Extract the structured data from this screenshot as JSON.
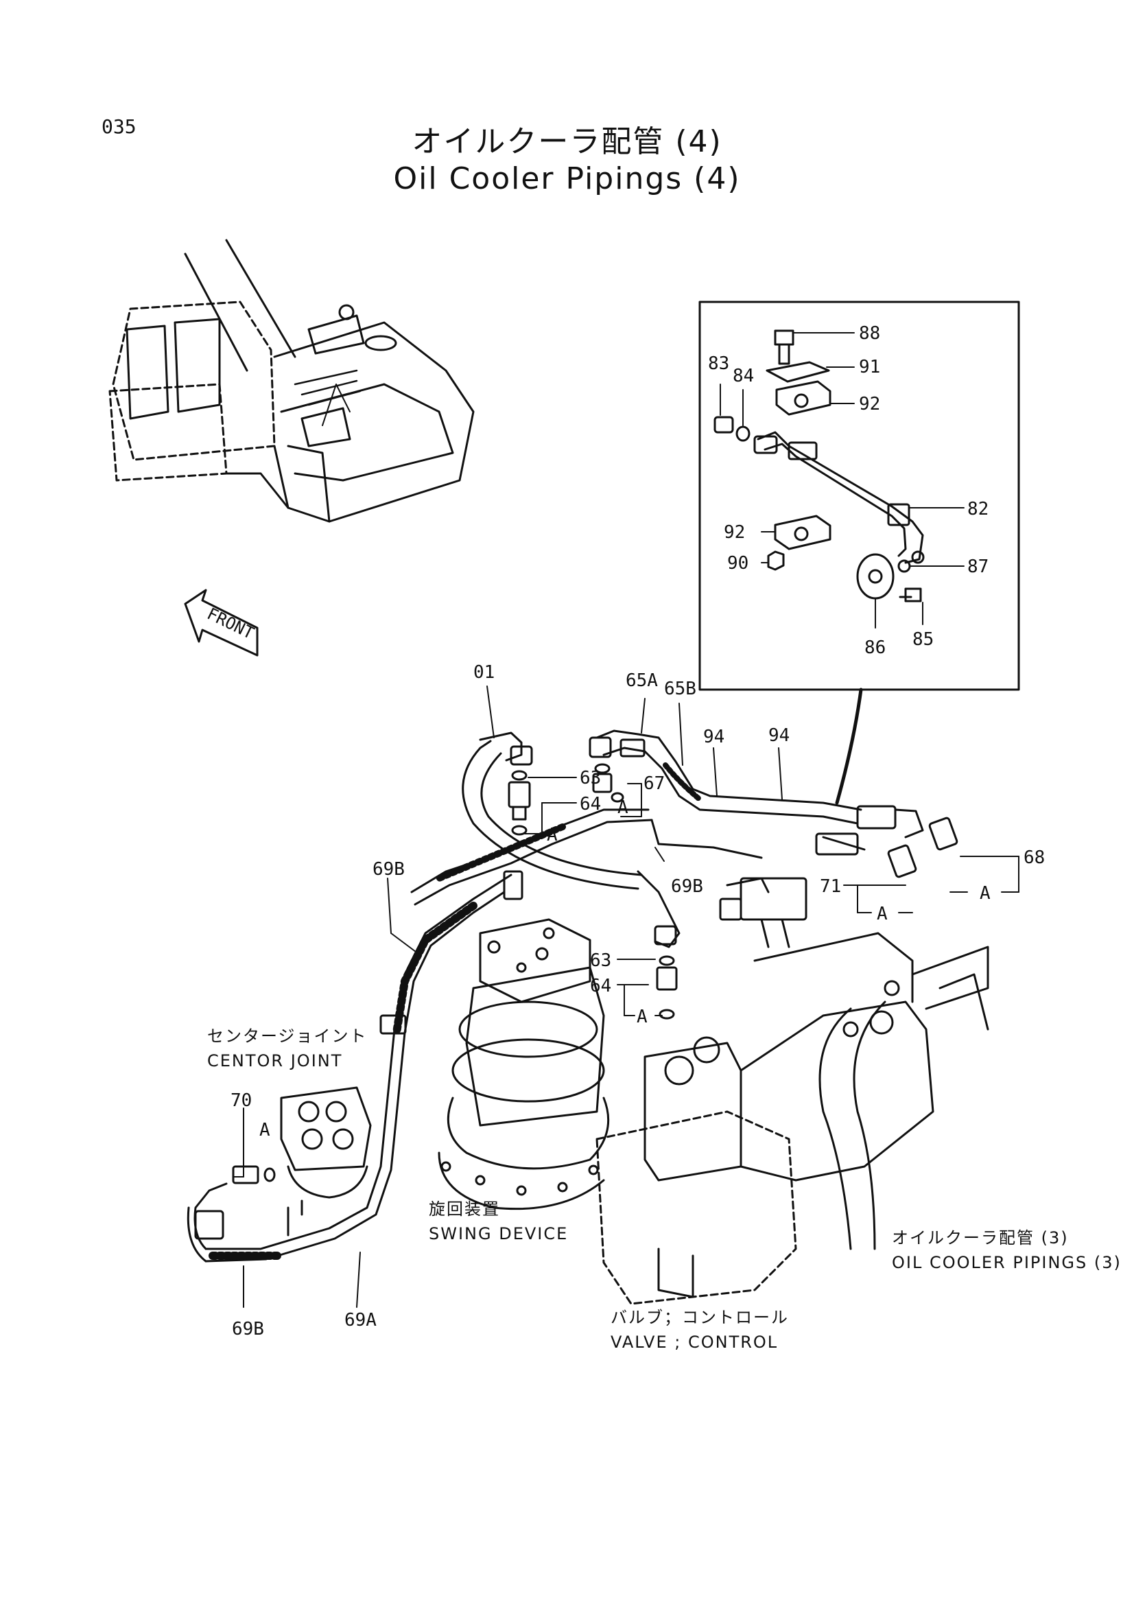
{
  "page_number": "035",
  "title_jp": "オイルクーラ配管 (4)",
  "title_en": "Oil Cooler Pipings (4)",
  "front_label": "FRONT",
  "labels": {
    "center_joint_jp": "センタージョイント",
    "center_joint_en": "CENTOR JOINT",
    "swing_device_jp": "旋回装置",
    "swing_device_en": "SWING DEVICE",
    "valve_jp": "バルブ；コントロール",
    "valve_en": "VALVE ; CONTROL",
    "oil_cooler_jp": "オイルクーラ配管 (3)",
    "oil_cooler_en": "OIL COOLER PIPINGS (3)"
  },
  "callouts": {
    "c88": "88",
    "c91": "91",
    "c92a": "92",
    "c92b": "92",
    "c83": "83",
    "c84": "84",
    "c82": "82",
    "c90": "90",
    "c87": "87",
    "c86": "86",
    "c85": "85",
    "c01": "01",
    "c65a": "65A",
    "c65b": "65B",
    "c94a": "94",
    "c94b": "94",
    "c63a": "63",
    "c64a": "64",
    "c67": "67",
    "c69b_a": "69B",
    "c69b_b": "69B",
    "c68": "68",
    "c71": "71",
    "c63b": "63",
    "c64b": "64",
    "c70": "70",
    "c69a": "69A",
    "c69b_c": "69B",
    "a1": "A",
    "a2": "A",
    "a3": "A",
    "a4": "A",
    "a5": "A",
    "a6": "A"
  }
}
